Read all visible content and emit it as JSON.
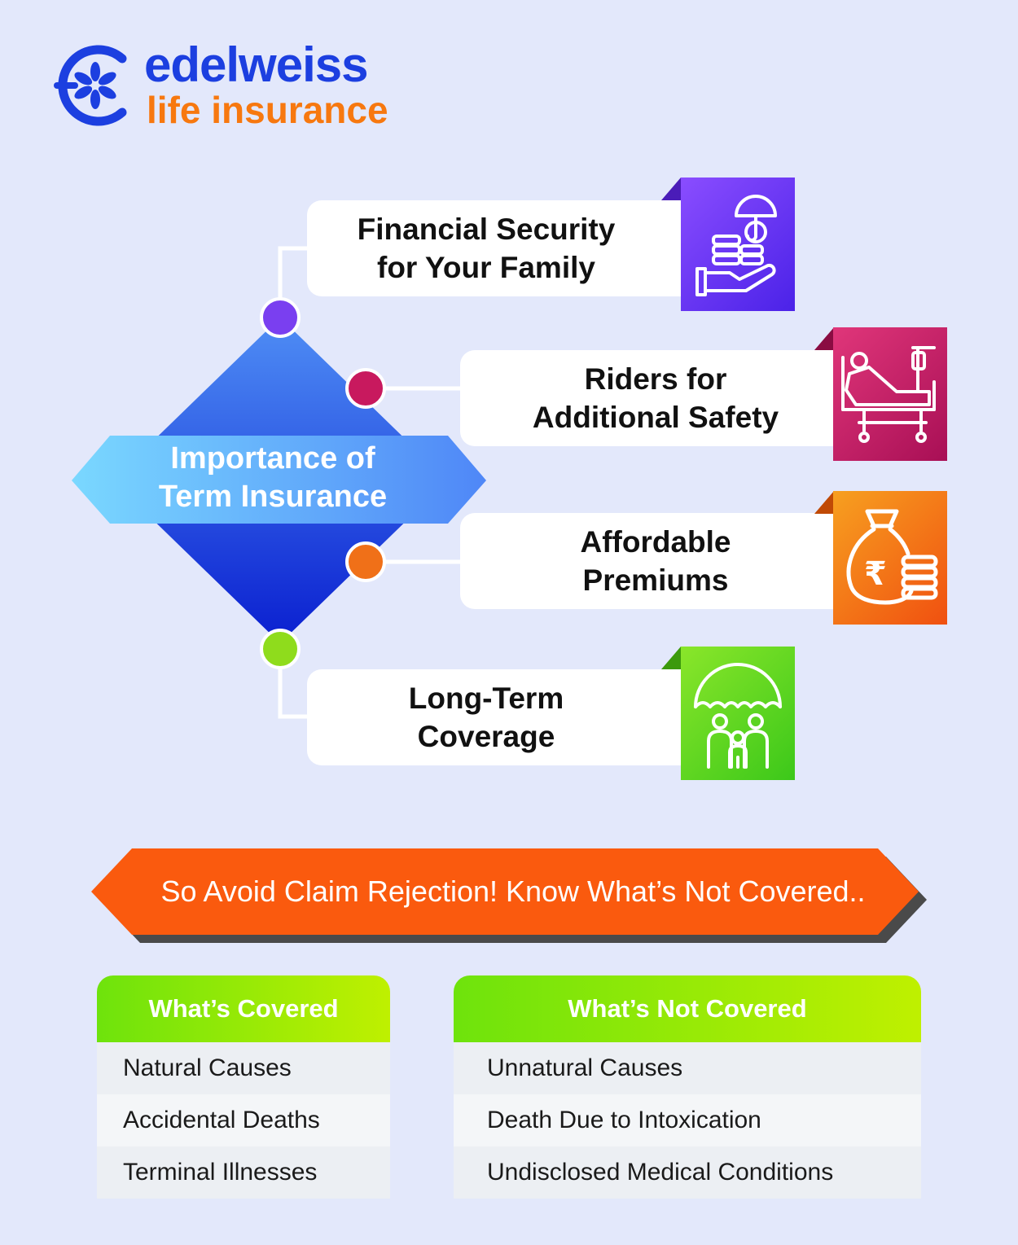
{
  "logo": {
    "brand": "edelweiss",
    "subtitle": "life insurance",
    "icon": "edelweiss-asterisk-icon",
    "colors": {
      "brand": "#1c3fe0",
      "subtitle": "#f7780f"
    }
  },
  "center": {
    "title": "Importance of\nTerm Insurance"
  },
  "features": [
    {
      "label": "Financial Security\nfor Your Family",
      "icon": "money-hand-umbrella-icon",
      "dot_color": "#7a3ff0",
      "icon_color": "#6a2ff0"
    },
    {
      "label": "Riders for\nAdditional Safety",
      "icon": "hospital-bed-icon",
      "dot_color": "#c8195e",
      "icon_color": "#c01760"
    },
    {
      "label": "Affordable\nPremiums",
      "icon": "money-bag-coins-icon",
      "dot_color": "#f07018",
      "icon_color": "#f26a12"
    },
    {
      "label": "Long-Term\nCoverage",
      "icon": "family-umbrella-icon",
      "dot_color": "#8fdc1c",
      "icon_color": "#6fd41a"
    }
  ],
  "banner": {
    "text": "So Avoid Claim Rejection! Know What’s Not Covered..",
    "color": "#fa5a0e"
  },
  "covered": {
    "header": "What’s Covered",
    "items": [
      "Natural Causes",
      "Accidental Deaths",
      "Terminal Illnesses"
    ]
  },
  "not_covered": {
    "header": "What’s Not Covered",
    "items": [
      "Unnatural Causes",
      "Death Due to Intoxication",
      "Undisclosed Medical Conditions"
    ]
  }
}
